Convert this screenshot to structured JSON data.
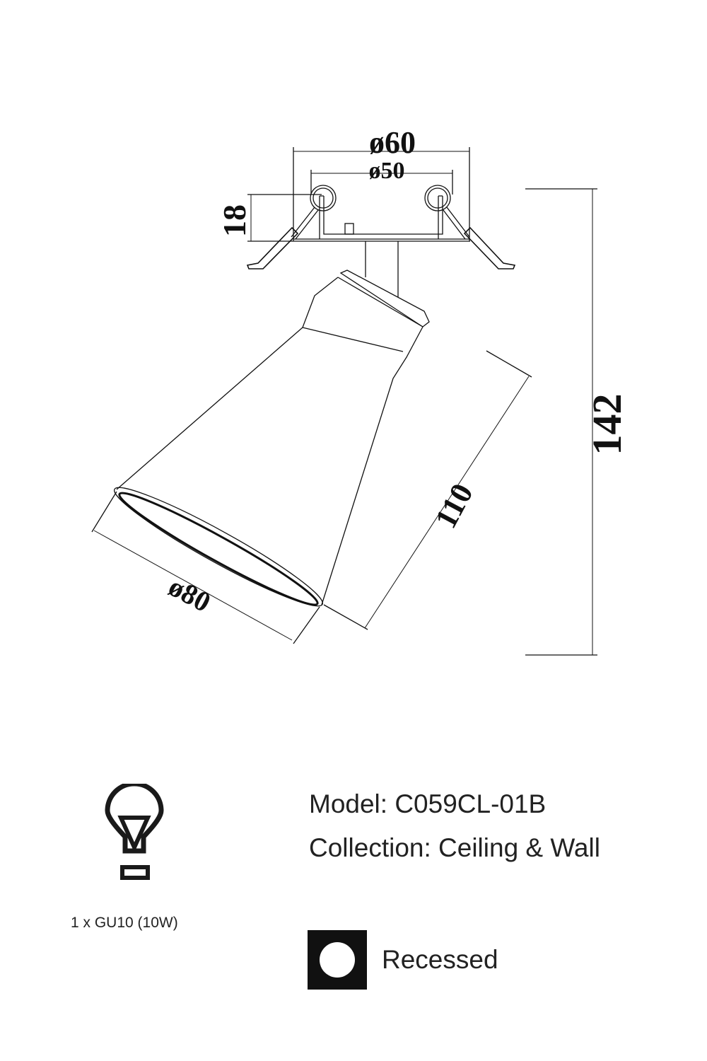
{
  "dimensions": {
    "outer_diameter": "ø60",
    "cutout_diameter": "ø50",
    "recess_depth": "18",
    "total_height": "142",
    "shade_length": "110",
    "shade_diameter": "ø80"
  },
  "specs": {
    "model": "Model: C059CL-01B",
    "collection": "Collection: Ceiling & Wall",
    "bulb": "1 x GU10 (10W)",
    "mounting": "Recessed"
  },
  "colors": {
    "line": "#111111",
    "dim_arrow": "#1a1a8c"
  }
}
